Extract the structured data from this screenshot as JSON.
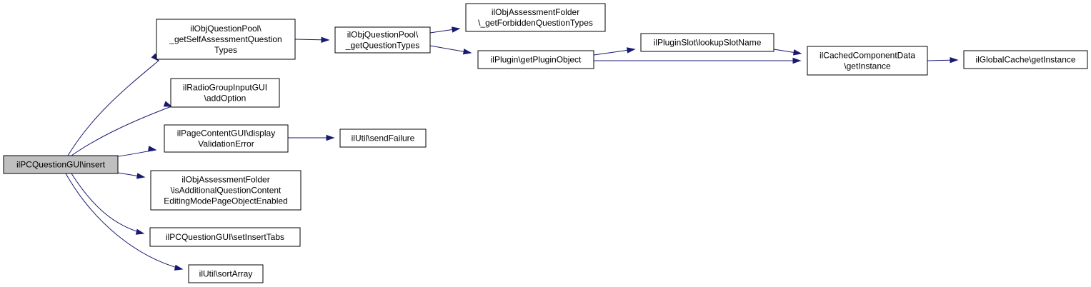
{
  "colors": {
    "edge": "#191970",
    "root_fill": "#bfbfbf",
    "node_fill": "#ffffff",
    "border": "#000000"
  },
  "nodes": [
    {
      "id": "n0",
      "lines": [
        "ilPCQuestionGUI\\insert"
      ],
      "root": true
    },
    {
      "id": "n1",
      "lines": [
        "ilObjQuestionPool\\",
        "_getSelfAssessmentQuestion",
        "Types"
      ]
    },
    {
      "id": "n2",
      "lines": [
        "ilRadioGroupInputGUI",
        "\\addOption"
      ]
    },
    {
      "id": "n3",
      "lines": [
        "ilPageContentGUI\\display",
        "ValidationError"
      ]
    },
    {
      "id": "n4",
      "lines": [
        "ilObjAssessmentFolder",
        "\\isAdditionalQuestionContent",
        "EditingModePageObjectEnabled"
      ]
    },
    {
      "id": "n5",
      "lines": [
        "ilPCQuestionGUI\\setInsertTabs"
      ]
    },
    {
      "id": "n6",
      "lines": [
        "ilUtil\\sortArray"
      ]
    },
    {
      "id": "n7",
      "lines": [
        "ilObjQuestionPool\\",
        "_getQuestionTypes"
      ]
    },
    {
      "id": "n8",
      "lines": [
        "ilObjAssessmentFolder",
        "\\_getForbiddenQuestionTypes"
      ]
    },
    {
      "id": "n9",
      "lines": [
        "ilPlugin\\getPluginObject"
      ]
    },
    {
      "id": "n10",
      "lines": [
        "ilPluginSlot\\lookupSlotName"
      ]
    },
    {
      "id": "n11",
      "lines": [
        "ilCachedComponentData",
        "\\getInstance"
      ]
    },
    {
      "id": "n12",
      "lines": [
        "ilGlobalCache\\getInstance"
      ]
    },
    {
      "id": "n13",
      "lines": [
        "ilUtil\\sendFailure"
      ]
    }
  ],
  "edges": [
    {
      "from": "n0",
      "to": "n1"
    },
    {
      "from": "n0",
      "to": "n2"
    },
    {
      "from": "n0",
      "to": "n3"
    },
    {
      "from": "n0",
      "to": "n4"
    },
    {
      "from": "n0",
      "to": "n5"
    },
    {
      "from": "n0",
      "to": "n6"
    },
    {
      "from": "n1",
      "to": "n7"
    },
    {
      "from": "n7",
      "to": "n8"
    },
    {
      "from": "n7",
      "to": "n9"
    },
    {
      "from": "n9",
      "to": "n10"
    },
    {
      "from": "n9",
      "to": "n11"
    },
    {
      "from": "n10",
      "to": "n11"
    },
    {
      "from": "n11",
      "to": "n12"
    },
    {
      "from": "n3",
      "to": "n13"
    }
  ]
}
